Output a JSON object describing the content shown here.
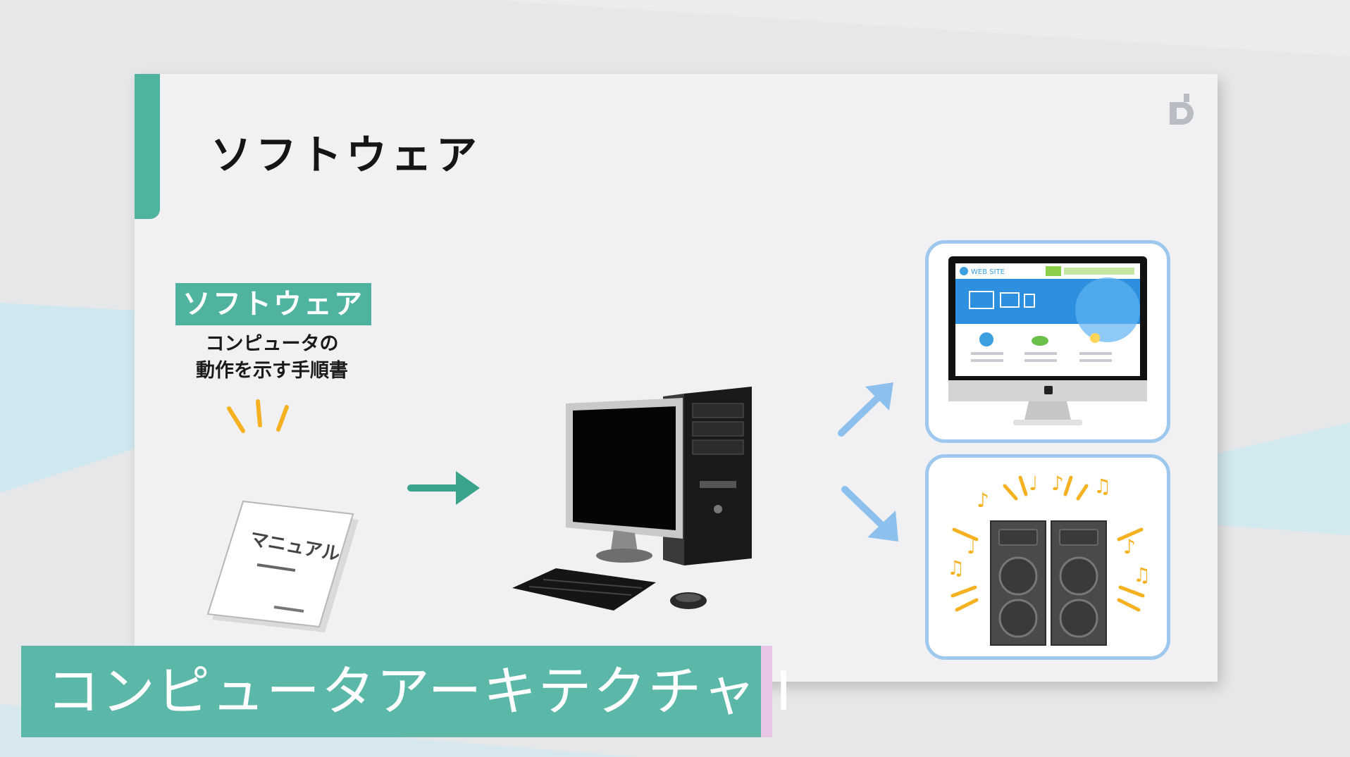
{
  "slide": {
    "title": "ソフトウェア",
    "tag_label": "ソフトウェア",
    "description_lines": [
      "コンピュータの",
      "動作を示す手順書"
    ],
    "manual_label": "マニュアル",
    "website_label": "WEB SITE"
  },
  "caption": {
    "text": "コンピュータアーキテクチャ Ⅰ"
  },
  "colors": {
    "accent_teal": "#4fb3a0",
    "arrow_green": "#3aa38c",
    "arrow_blue": "#8ec0ee",
    "panel_border": "#9ec8ee",
    "note_yellow": "#f5b11f"
  },
  "icons": [
    "logo-icon",
    "manual-book-icon",
    "desktop-computer-icon",
    "monitor-website-icon",
    "speakers-music-icon"
  ]
}
